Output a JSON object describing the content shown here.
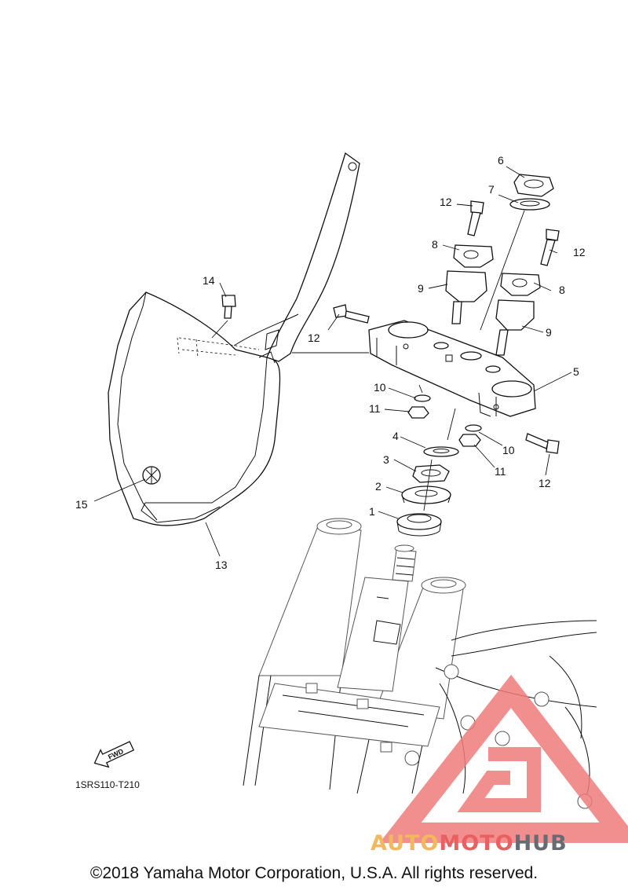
{
  "callouts": {
    "c1": "1",
    "c2": "2",
    "c3": "3",
    "c4": "4",
    "c5": "5",
    "c6": "6",
    "c7": "7",
    "c8a": "8",
    "c8b": "8",
    "c9a": "9",
    "c9b": "9",
    "c10a": "10",
    "c10b": "10",
    "c11a": "11",
    "c11b": "11",
    "c12a": "12",
    "c12b": "12",
    "c12c": "12",
    "c12d": "12",
    "c13": "13",
    "c14": "14",
    "c15": "15"
  },
  "fwd_label": "FWD",
  "diagram_code": "1SRS110-T210",
  "watermark": {
    "part1": "AUTO",
    "part2": "MOTO",
    "part3": "HUB",
    "colors": {
      "auto": "#f1b85d",
      "moto": "#ea6060",
      "hub": "#666c73",
      "triangle": "#ef7b7b"
    }
  },
  "copyright": "©2018 Yamaha Motor Corporation, U.S.A. All rights reserved."
}
